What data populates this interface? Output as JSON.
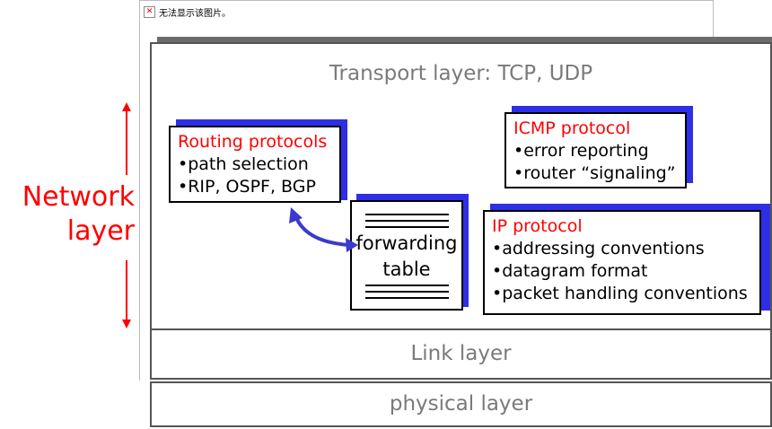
{
  "placeholder_image": {
    "icon": "broken-image-icon",
    "text": "无法显示该图片。"
  },
  "layers": {
    "transport": "Transport layer: TCP, UDP",
    "link": "Link layer",
    "physical": "physical layer"
  },
  "network_label": {
    "line1": "Network",
    "line2": "layer"
  },
  "routing": {
    "title": "Routing protocols",
    "items": [
      "•path selection",
      "•RIP, OSPF, BGP"
    ]
  },
  "icmp": {
    "title": "ICMP protocol",
    "items": [
      "•error reporting",
      "•router “signaling”"
    ]
  },
  "ip": {
    "title": "IP protocol",
    "items": [
      "•addressing conventions",
      "•datagram format",
      "•packet handling conventions"
    ]
  },
  "forwarding": {
    "line1": "forwarding",
    "line2": "table"
  },
  "colors": {
    "red_label": "#ff0000",
    "card_shadow": "#2e2ee6",
    "arrow": "#3a3acc",
    "layer_text": "#7a7a7a"
  }
}
